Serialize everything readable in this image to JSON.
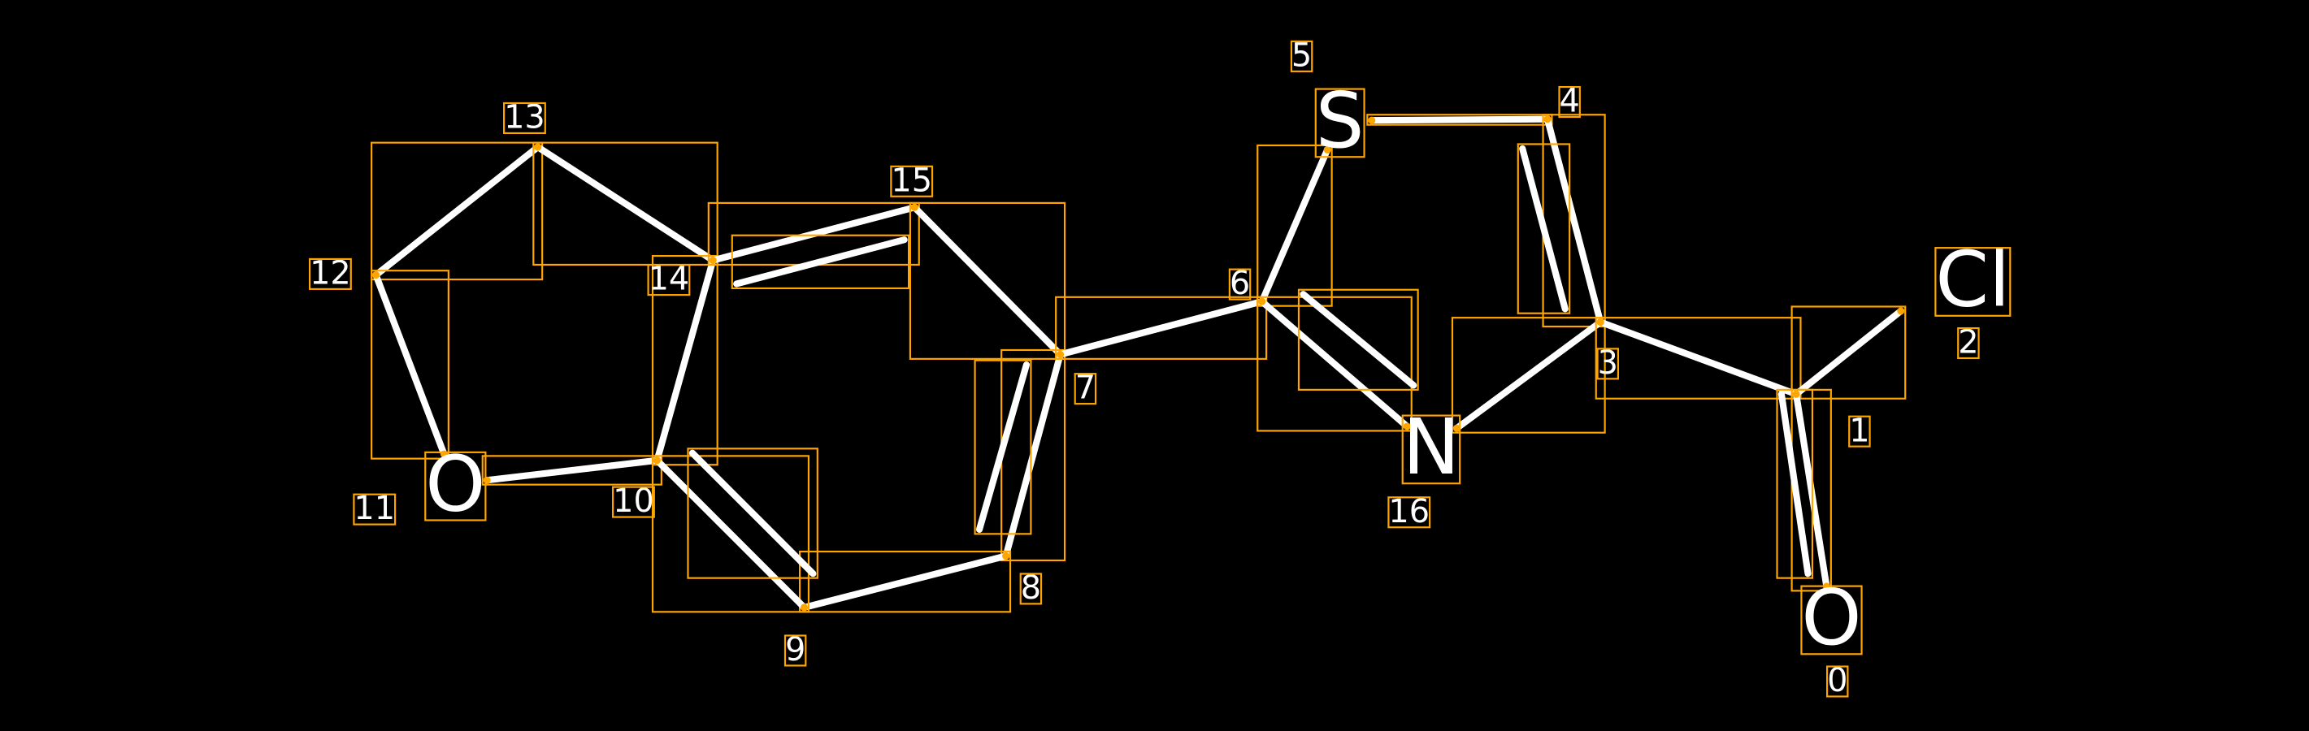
{
  "molecule": {
    "atoms": [
      {
        "index": "0",
        "element": "O"
      },
      {
        "index": "1",
        "element": "C"
      },
      {
        "index": "2",
        "element": "Cl"
      },
      {
        "index": "3",
        "element": "C"
      },
      {
        "index": "4",
        "element": "C"
      },
      {
        "index": "5",
        "element": "S"
      },
      {
        "index": "6",
        "element": "C"
      },
      {
        "index": "7",
        "element": "C"
      },
      {
        "index": "8",
        "element": "C"
      },
      {
        "index": "9",
        "element": "C"
      },
      {
        "index": "10",
        "element": "C"
      },
      {
        "index": "11",
        "element": "O"
      },
      {
        "index": "12",
        "element": "C"
      },
      {
        "index": "13",
        "element": "C"
      },
      {
        "index": "14",
        "element": "C"
      },
      {
        "index": "15",
        "element": "C"
      },
      {
        "index": "16",
        "element": "N"
      }
    ],
    "bonds": [
      {
        "a": 13,
        "b": 12,
        "order": 1
      },
      {
        "a": 13,
        "b": 14,
        "order": 1
      },
      {
        "a": 12,
        "b": 11,
        "order": 1
      },
      {
        "a": 11,
        "b": 10,
        "order": 1
      },
      {
        "a": 10,
        "b": 14,
        "order": 1
      },
      {
        "a": 14,
        "b": 15,
        "order": 2
      },
      {
        "a": 15,
        "b": 7,
        "order": 1
      },
      {
        "a": 7,
        "b": 8,
        "order": 2
      },
      {
        "a": 8,
        "b": 9,
        "order": 1
      },
      {
        "a": 9,
        "b": 10,
        "order": 2
      },
      {
        "a": 7,
        "b": 6,
        "order": 1
      },
      {
        "a": 6,
        "b": 5,
        "order": 1
      },
      {
        "a": 6,
        "b": 16,
        "order": 2
      },
      {
        "a": 5,
        "b": 4,
        "order": 1
      },
      {
        "a": 4,
        "b": 3,
        "order": 2
      },
      {
        "a": 3,
        "b": 16,
        "order": 1
      },
      {
        "a": 3,
        "b": 1,
        "order": 1
      },
      {
        "a": 1,
        "b": 2,
        "order": 1
      },
      {
        "a": 1,
        "b": 0,
        "order": 2
      }
    ]
  },
  "colors": {
    "bond": "#FFFFFF",
    "box": "#FFA500",
    "background": "#000000"
  }
}
